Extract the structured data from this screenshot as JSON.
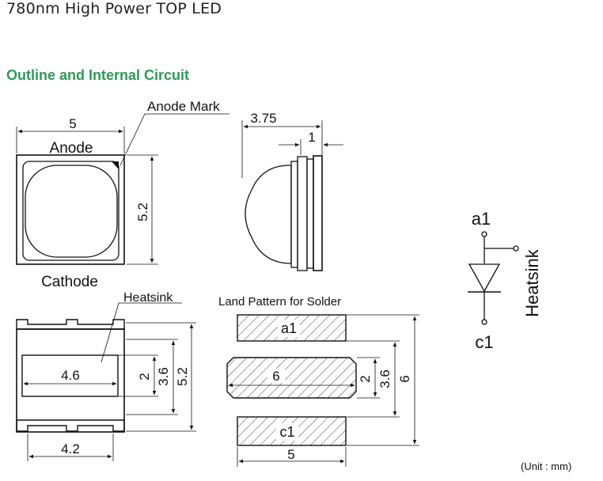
{
  "title": "780nm High Power TOP LED",
  "section_heading": "Outline and Internal Circuit",
  "unit_note": "(Unit : mm)",
  "top_view": {
    "width_dim": "5",
    "height_dim": "5.2",
    "anode_label": "Anode",
    "cathode_label": "Cathode",
    "anode_mark_label": "Anode Mark"
  },
  "side_view": {
    "overall_dim": "3.75",
    "base_dim": "1"
  },
  "bottom_view": {
    "heatsink_label": "Heatsink",
    "pad_width_dim": "4.6",
    "bottom_width_dim": "4.2",
    "dim_2": "2",
    "dim_3_6": "3.6",
    "dim_5_2": "5.2"
  },
  "land_pattern": {
    "title": "Land Pattern for Solder",
    "pad_a1": "a1",
    "pad_c1": "c1",
    "center_dim": "6",
    "dim_2": "2",
    "dim_3_6": "3.6",
    "dim_6": "6",
    "width_dim": "5"
  },
  "circuit": {
    "anode_label": "a1",
    "cathode_label": "c1",
    "heatsink_label": "Heatsink"
  }
}
